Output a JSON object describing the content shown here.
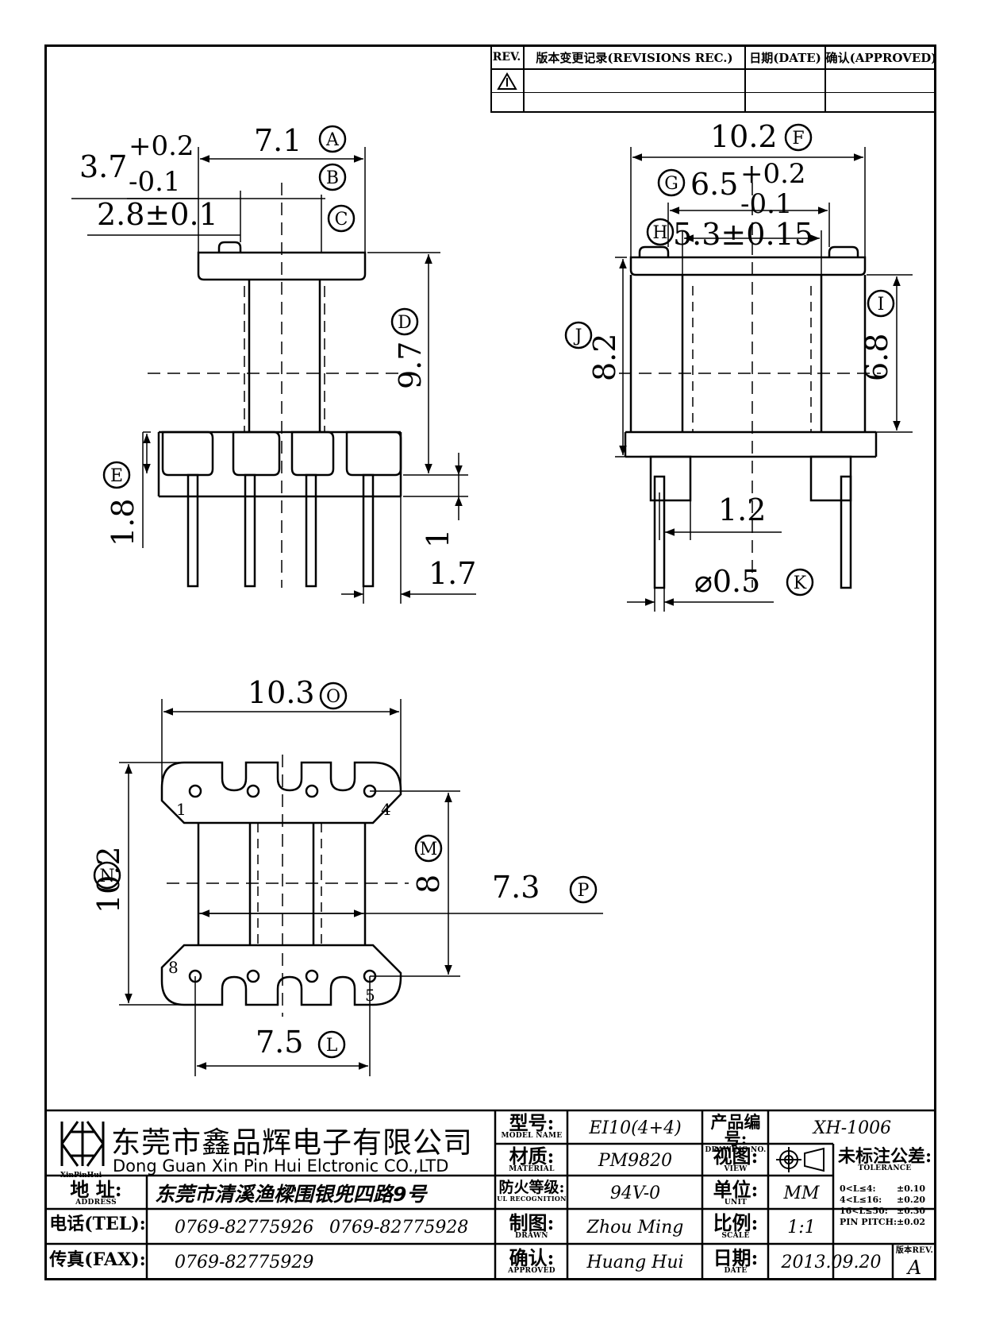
{
  "revision_table": {
    "headers": {
      "rev": "REV.",
      "record": "版本变更记录(REVISIONS REC.)",
      "date": "日期(DATE)",
      "approved": "确认(APPROVED)"
    },
    "rows": [
      {
        "rev": "",
        "record": "",
        "date": "",
        "approved": ""
      },
      {
        "rev": "",
        "record": "",
        "date": "",
        "approved": ""
      }
    ]
  },
  "side_view": {
    "dim_a": "7.1",
    "dim_b_base": "3.7",
    "dim_b_plus": "+0.2",
    "dim_b_minus": "-0.1",
    "dim_c": "2.8±0.1",
    "dim_d": "9.7",
    "dim_e": "1.8",
    "dim_pin_len": "1",
    "dim_pin_off": "1.7",
    "tag_a": "A",
    "tag_b": "B",
    "tag_c": "C",
    "tag_d": "D",
    "tag_e": "E"
  },
  "front_view": {
    "dim_f": "10.2",
    "dim_g_base": "6.5",
    "dim_g_plus": "+0.2",
    "dim_g_minus": "-0.1",
    "dim_h": "5.3±0.15",
    "dim_i": "6.8",
    "dim_j": "8.2",
    "dim_pitch": "1.2",
    "dim_k": "⌀0.5",
    "tag_f": "F",
    "tag_g": "G",
    "tag_h": "H",
    "tag_i": "I",
    "tag_j": "J",
    "tag_k": "K"
  },
  "top_view": {
    "dim_o": "10.3",
    "dim_n": "10.2",
    "dim_m": "8",
    "dim_p": "7.3",
    "dim_l": "7.5",
    "tag_o": "O",
    "tag_n": "N",
    "tag_m": "M",
    "tag_p": "P",
    "tag_l": "L",
    "pin_1": "1",
    "pin_4": "4",
    "pin_5": "5",
    "pin_8": "8"
  },
  "title_block": {
    "company_cn": "东莞市鑫品辉电子有限公司",
    "company_en": "Dong Guan Xin Pin Hui Elctronic CO.,LTD",
    "logo_text": "XinPinHui",
    "address_label": "地 址:",
    "address_label_en": "ADDRESS",
    "address": "东莞市清溪渔樑围银兜四路9号",
    "tel_label": "电话(TEL):",
    "tel_1": "0769-82775926",
    "tel_2": "0769-82775928",
    "fax_label": "传真(FAX):",
    "fax": "0769-82775929",
    "model_label": "型号:",
    "model_label_en": "MODEL NAME",
    "model": "EI10(4+4)",
    "material_label": "材质:",
    "material_label_en": "MATERIAL",
    "material": "PM9820",
    "fire_label": "防火等级:",
    "fire_label_en": "UL RECOGNITION",
    "fire": "94V-0",
    "drawn_label": "制图:",
    "drawn_label_en": "DRAWN",
    "drawn": "Zhou Ming",
    "approved_label": "确认:",
    "approved_label_en": "APPROVED",
    "approved": "Huang Hui",
    "drawing_no_label": "产品编号:",
    "drawing_no_label_en": "DRAWING NO.",
    "drawing_no": "XH-1006",
    "view_label": "视图:",
    "view_label_en": "VIEW",
    "unit_label": "单位:",
    "unit_label_en": "UNIT",
    "unit": "MM",
    "scale_label": "比例:",
    "scale_label_en": "SCALE",
    "scale": "1:1",
    "date_label": "日期:",
    "date_label_en": "DATE",
    "date": "2013.09.20",
    "tolerance_label": "未标注公差:",
    "tolerance_label_en": "TOLERANCE",
    "tolerances": [
      {
        "range": "0<L≤4:",
        "value": "±0.10"
      },
      {
        "range": "4<L≤16:",
        "value": "±0.20"
      },
      {
        "range": "16<L≤50:",
        "value": "±0.30"
      },
      {
        "range": "PIN PITCH:",
        "value": "±0.02"
      }
    ],
    "rev_label": "版本REV.",
    "rev": "A"
  }
}
